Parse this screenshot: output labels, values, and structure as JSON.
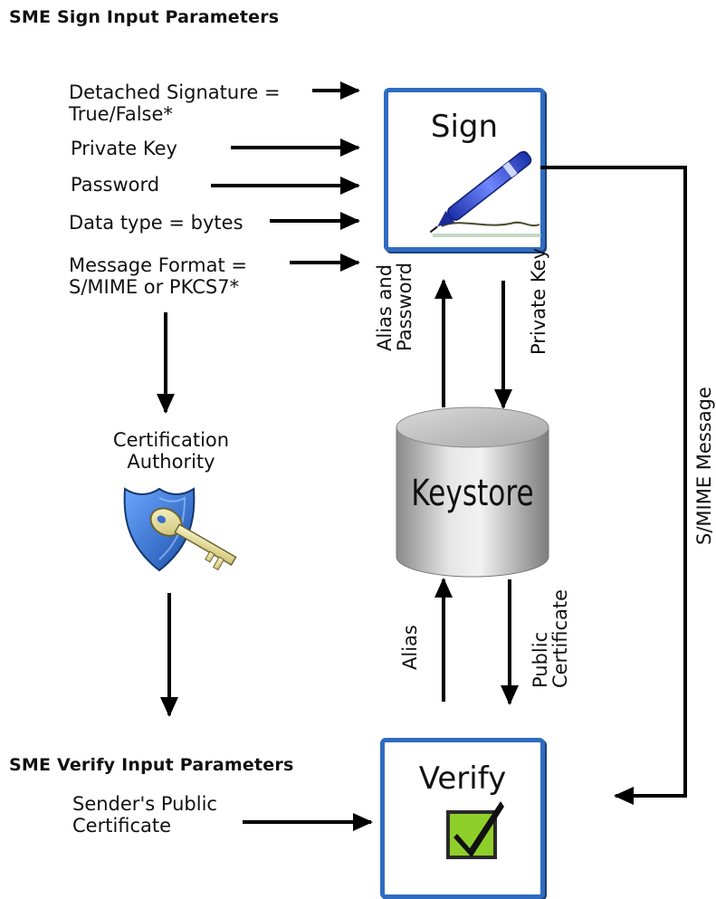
{
  "headings": {
    "sign": "SME Sign Input Parameters",
    "verify": "SME Verify Input Parameters"
  },
  "sign_params": [
    {
      "line1": "Detached Signature =",
      "line2": "True/False*"
    },
    {
      "line1": "Private Key",
      "line2": ""
    },
    {
      "line1": "Password",
      "line2": ""
    },
    {
      "line1": "Data type = bytes",
      "line2": ""
    },
    {
      "line1": "Message Format  =",
      "line2": "S/MIME or PKCS7*"
    }
  ],
  "certification_authority": {
    "line1": "Certification",
    "line2": "Authority"
  },
  "sign_box": {
    "title": "Sign"
  },
  "verify_box": {
    "title": "Verify"
  },
  "keystore": {
    "label": "Keystore"
  },
  "edge_labels": {
    "alias_password_1": "Alias and",
    "alias_password_2": "Password",
    "private_key": "Private Key",
    "alias": "Alias",
    "public_cert_1": "Public",
    "public_cert_2": "Certificate",
    "smime_message": "S/MIME Message"
  },
  "verify_params": {
    "line1": "Sender's Public",
    "line2": "Certificate"
  },
  "colors": {
    "box_border": "#2f6cc0",
    "keystore_light": "#e4e4e4",
    "keystore_dark": "#8a8a8a",
    "check_green": "#8fcf2a",
    "shield_blue": "#2c6ed2"
  },
  "icons": [
    "pen-icon",
    "shield-key-icon",
    "checkmark-icon"
  ]
}
